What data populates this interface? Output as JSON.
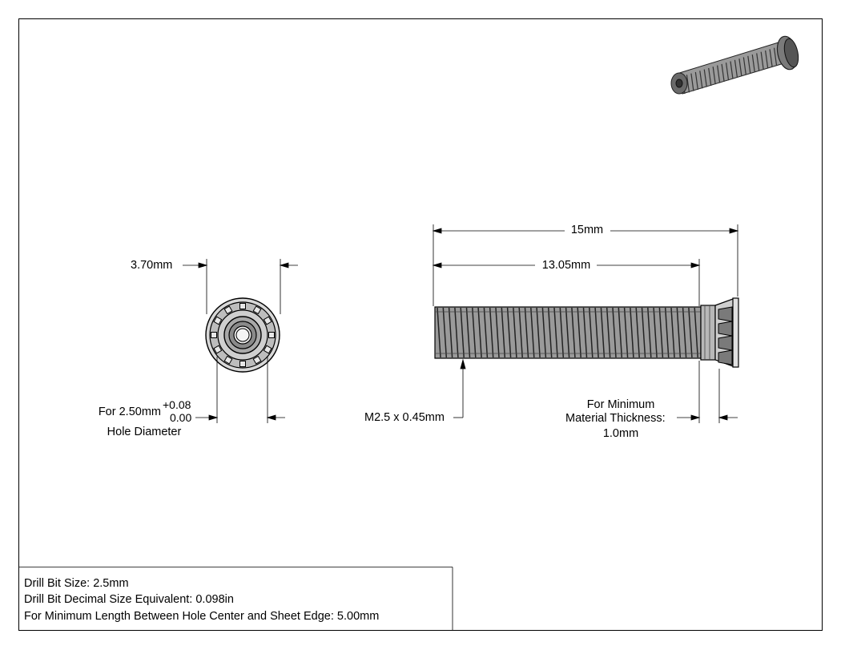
{
  "end_view": {
    "width_label": "3.70mm",
    "hole_for": "For 2.50mm",
    "tol_plus": "+0.08",
    "tol_minus": "0.00",
    "hole_caption": "Hole Diameter"
  },
  "side_view": {
    "overall_length": "15mm",
    "thread_length": "13.05mm",
    "thread_callout": "M2.5 x 0.45mm",
    "min_thickness_line1": "For Minimum",
    "min_thickness_line2": "Material Thickness:",
    "min_thickness_value": "1.0mm"
  },
  "notes": {
    "drill_size": "Drill Bit Size: 2.5mm",
    "drill_decimal": "Drill Bit Decimal Size Equivalent: 0.098in",
    "min_edge": "For Minimum Length Between Hole Center and Sheet Edge: 5.00mm"
  },
  "colors": {
    "line": "#000000",
    "part_fill": "#8c8c8c",
    "thread_fill": "#b5b5b5"
  }
}
